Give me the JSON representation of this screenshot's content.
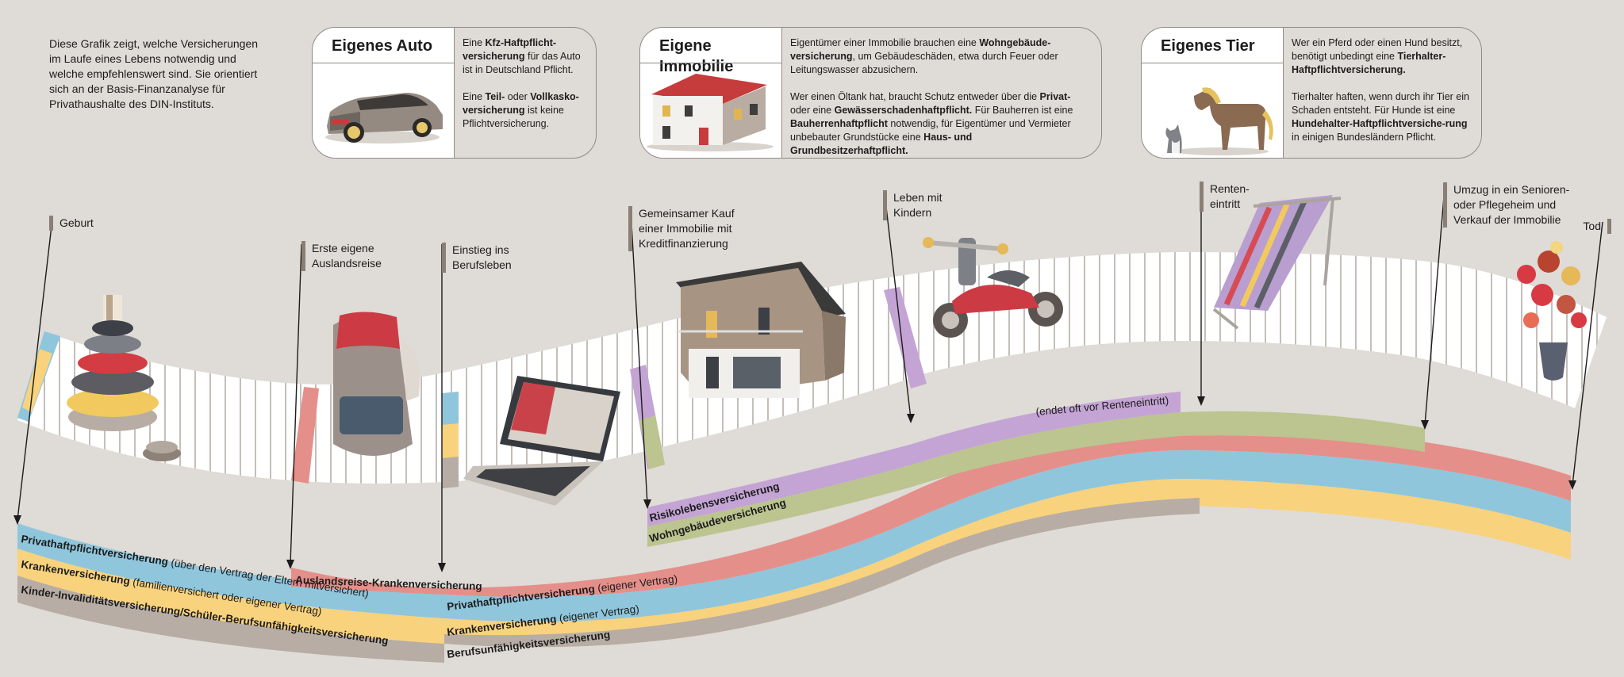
{
  "intro": "Diese Grafik zeigt, welche Versicherungen im Laufe eines Lebens notwendig und welche empfehlenswert sind. Sie orientiert sich an der Basis-Finanzanalyse für Privathaushalte des DIN-Instituts.",
  "cards": {
    "auto": {
      "title": "Eigenes Auto",
      "p1": [
        "Eine ",
        {
          "b": "Kfz-Haftpflicht-versicherung"
        },
        " für das Auto ist in Deutschland Pflicht."
      ],
      "p2": [
        "Eine ",
        {
          "b": "Teil-"
        },
        " oder ",
        {
          "b": "Vollkasko-versicherung"
        },
        " ist keine Pflichtversicherung."
      ]
    },
    "immobilie": {
      "title": "Eigene Immobilie",
      "p1": [
        "Eigentümer einer Immobilie brauchen eine ",
        {
          "b": "Wohngebäude-versicherung"
        },
        ", um Gebäudeschäden, etwa durch Feuer oder Leitungswasser abzusichern."
      ],
      "p2": [
        "Wer einen Öltank hat, braucht Schutz entweder über die ",
        {
          "b": "Privat-"
        },
        " oder eine ",
        {
          "b": "Gewässerschadenhaftpflicht."
        },
        " Für Bauherren ist eine ",
        {
          "b": "Bauherrenhaftpflicht"
        },
        " notwendig, für Eigentümer und Vermieter unbebauter Grundstücke eine ",
        {
          "b": "Haus- und Grundbesitzerhaftpflicht."
        }
      ]
    },
    "tier": {
      "title": "Eigenes Tier",
      "p1": [
        "Wer ein Pferd oder einen Hund besitzt, benötigt unbedingt eine ",
        {
          "b": "Tierhalter-Haftpflichtversicherung."
        }
      ],
      "p2": [
        "Tierhalter haften, wenn durch ihr Tier ein Schaden entsteht. Für Hunde ist eine ",
        {
          "b": "Hundehalter-Haftpflichtversiche-rung"
        },
        " in einigen Bundesländern Pflicht."
      ]
    }
  },
  "events": {
    "geburt": "Geburt",
    "auslandsreise": "Erste eigene Auslandsreise",
    "berufsleben": "Einstieg ins Berufsleben",
    "immobilie": "Gemeinsamer Kauf einer Immobilie mit Kreditfinanzierung",
    "kinder": "Leben mit Kindern",
    "rente": "Renten-eintritt",
    "senioren": "Umzug in ein Senioren- oder Pflegeheim und Verkauf der Immobilie",
    "tod": "Tod"
  },
  "bands": {
    "privathaft_bold": "Privathaftpflichtversicherung",
    "privathaft_rest": " (über den Vertrag der Eltern mitversichert)",
    "kranken_bold": "Krankenversicherung",
    "kranken_rest": " (familienversichert oder eigener Vertrag)",
    "kinder_bold": "Kinder-Invaliditätsversicherung/Schüler-Berufsunfähigkeitsversicherung",
    "auslandsreise_bold": "Auslandsreise-Krankenversicherung",
    "privathaft2_bold": "Privathaftpflichtversicherung",
    "privathaft2_rest": " (eigener Vertrag)",
    "kranken2_bold": "Krankenversicherung",
    "kranken2_rest": " (eigener Vertrag)",
    "bu_bold": "Berufsunfähigkeitsversicherung",
    "risiko_bold": "Risikolebensversicherung",
    "risiko_note": "(endet oft vor Renteneintritt)",
    "wohngebaeude_bold": "Wohngebäudeversicherung"
  },
  "colors": {
    "background": "#dfdbd6",
    "band_blue": "#8fc6dc",
    "band_yellow": "#f8d27d",
    "band_taupe": "#b7ada5",
    "band_red": "#e58f8a",
    "band_purple": "#c4a4d4",
    "band_green": "#bcc48f"
  },
  "icons": [
    "stacking-toy-icon",
    "car-icon",
    "house-icon",
    "horse-icon",
    "dog-icon",
    "backpack-icon",
    "laptop-icon",
    "balance-bike-icon",
    "deck-chair-icon",
    "flower-vase-icon"
  ]
}
